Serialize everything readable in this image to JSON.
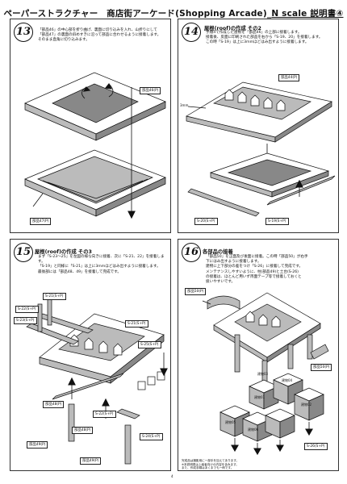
{
  "doc": {
    "title_main": "ペーパーストラクチャー　商店街アーケード(Shopping Arcade)",
    "title_scale": "N scale 説明書④",
    "page_number": "4"
  },
  "steps": [
    {
      "number": "13",
      "title": "",
      "desc": "「部品46」の中心部を折り曲げ、裏面に切り込みを入れ、山折りにして\n「部品47」の裏面の斜めすきに沿って部品に合わせるように接着します。\nそのまま直角に切り込みます。",
      "labels": [
        "部品46(P)",
        "部品47(P)"
      ]
    },
    {
      "number": "14",
      "title": "屋根(roof)の作成 その2",
      "desc": "手順4で作成した屋根を「部品46」の上部に接着します。\n接着後、反面に印刷された部品を右から「S-19、20」を接着します。\nこの時「S-19」は上に3mmほどはみ出すように接着します。",
      "labels": [
        "部品44(P)",
        "S-20(S+P)",
        "S-19(S+P)"
      ],
      "dimension": "3mm"
    },
    {
      "number": "15",
      "title": "屋根(roof)の作成 その3",
      "desc": "まず「S-23〜25」を左図の様な向きに接着、次に「S-21、22」を接着します。\n「S-19」と同様に「S-21」は上に3mmほどはみ出すように接着します。\n最後部には「部品48、49」を接着して完成です。",
      "labels": [
        "S-21(S+P)",
        "S-22(S+P)",
        "S-23(S+P)",
        "S-24(S+P)",
        "S-25(S+P)",
        "S-21(S+P)",
        "部品48(P)",
        "部品49(P)",
        "部品48(P)",
        "部品49(P)",
        "S-22(S+P)"
      ]
    },
    {
      "number": "16",
      "title": "各部品の接着",
      "desc": "「部品50」を正面及び後面に接着。この時「部品50」が右手\n下にはみ出すように接着します。\n建物に上下部分の差をつけ「S-26」に接着して完成です。\nメンテナンスしやすいように、柱(部品49)と土台(S-26)\nの接着は、ほとんど用いず両面テープ等で接着しておくと\n扱いやすいです。",
      "labels": [
        "部品50(P)",
        "部品50(P)",
        "S-26(S+P)",
        "建物01",
        "建物02",
        "建物03",
        "建物04",
        "建物05",
        "建物06"
      ],
      "note": "完成品は撮影用に一部手を加えてあります。\n※本説明書は上級者向けの内容を含みます。\nまた、作成手順はあくまでも一例です。"
    }
  ]
}
